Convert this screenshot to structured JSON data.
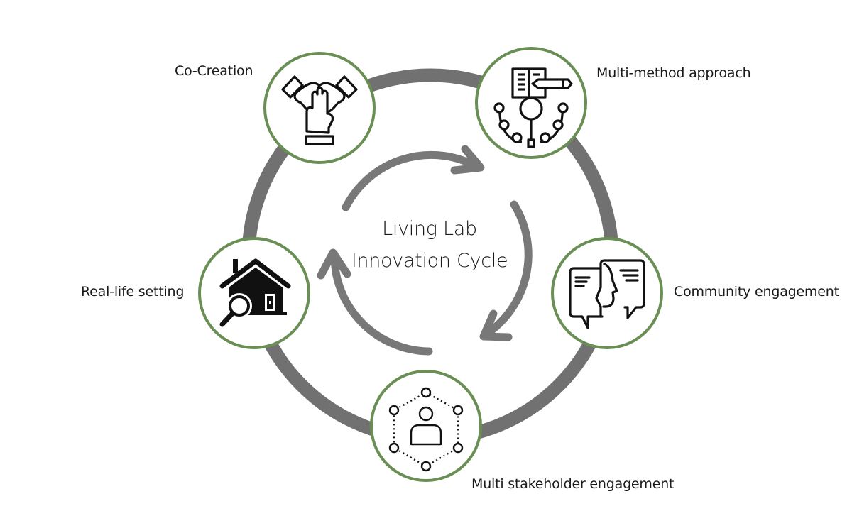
{
  "title": {
    "line1": "Living Lab",
    "line2": "Innovation Cycle"
  },
  "nodes": [
    {
      "id": "co-creation",
      "label": "Co-Creation",
      "icon": "hands-together-icon"
    },
    {
      "id": "multi-method",
      "label": "Multi-method approach",
      "icon": "research-network-icon"
    },
    {
      "id": "community",
      "label": "Community engagement",
      "icon": "speech-bubbles-head-icon"
    },
    {
      "id": "stakeholder",
      "label": "Multi stakeholder engagement",
      "icon": "person-network-icon"
    },
    {
      "id": "real-life",
      "label": "Real-life setting",
      "icon": "house-magnifier-icon"
    }
  ],
  "colors": {
    "ring": "#717171",
    "node_border": "#6a8f55",
    "icon": "#111111",
    "background": "#ffffff"
  }
}
